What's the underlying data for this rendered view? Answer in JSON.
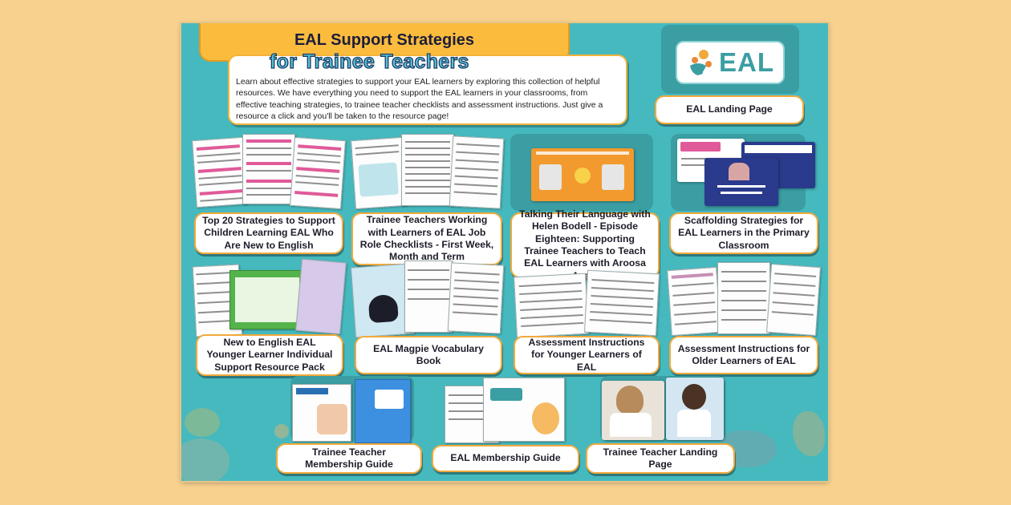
{
  "header": {
    "title_line1": "EAL Support Strategies",
    "title_line2": "for Trainee Teachers"
  },
  "intro": {
    "text": "Learn about effective strategies to support your EAL learners by exploring this collection of helpful resources. We have everything you need to support the EAL learners in your classrooms, from effective teaching strategies, to trainee teacher checklists and assessment instructions. Just give a resource a click and you'll be taken to the resource page!"
  },
  "logo": {
    "text": "EAL",
    "icon": "eal-logo-icon"
  },
  "resources": [
    {
      "label": "EAL Landing Page"
    },
    {
      "label": "Top 20 Strategies to Support Children Learning EAL Who Are New to English"
    },
    {
      "label": "Trainee Teachers Working with Learners of EAL Job Role Checklists - First Week, Month and Term"
    },
    {
      "label": "Talking Their Language with Helen Bodell - Episode Eighteen: Supporting Trainee Teachers to Teach EAL Learners with Aroosa Azam"
    },
    {
      "label": "Scaffolding Strategies for EAL Learners in the Primary Classroom"
    },
    {
      "label": "New to English EAL Younger Learner Individual Support Resource Pack"
    },
    {
      "label": "EAL Magpie Vocabulary Book"
    },
    {
      "label": "Assessment Instructions for Younger Learners of EAL"
    },
    {
      "label": "Assessment Instructions for Older Learners of EAL"
    },
    {
      "label": "Trainee Teacher Membership Guide"
    },
    {
      "label": "EAL Membership Guide"
    },
    {
      "label": "Trainee Teacher Landing Page"
    }
  ],
  "colors": {
    "background": "#f9d18f",
    "sheet": "#45b9be",
    "accent_orange": "#fbbc3d",
    "label_border": "#f2a93b"
  }
}
